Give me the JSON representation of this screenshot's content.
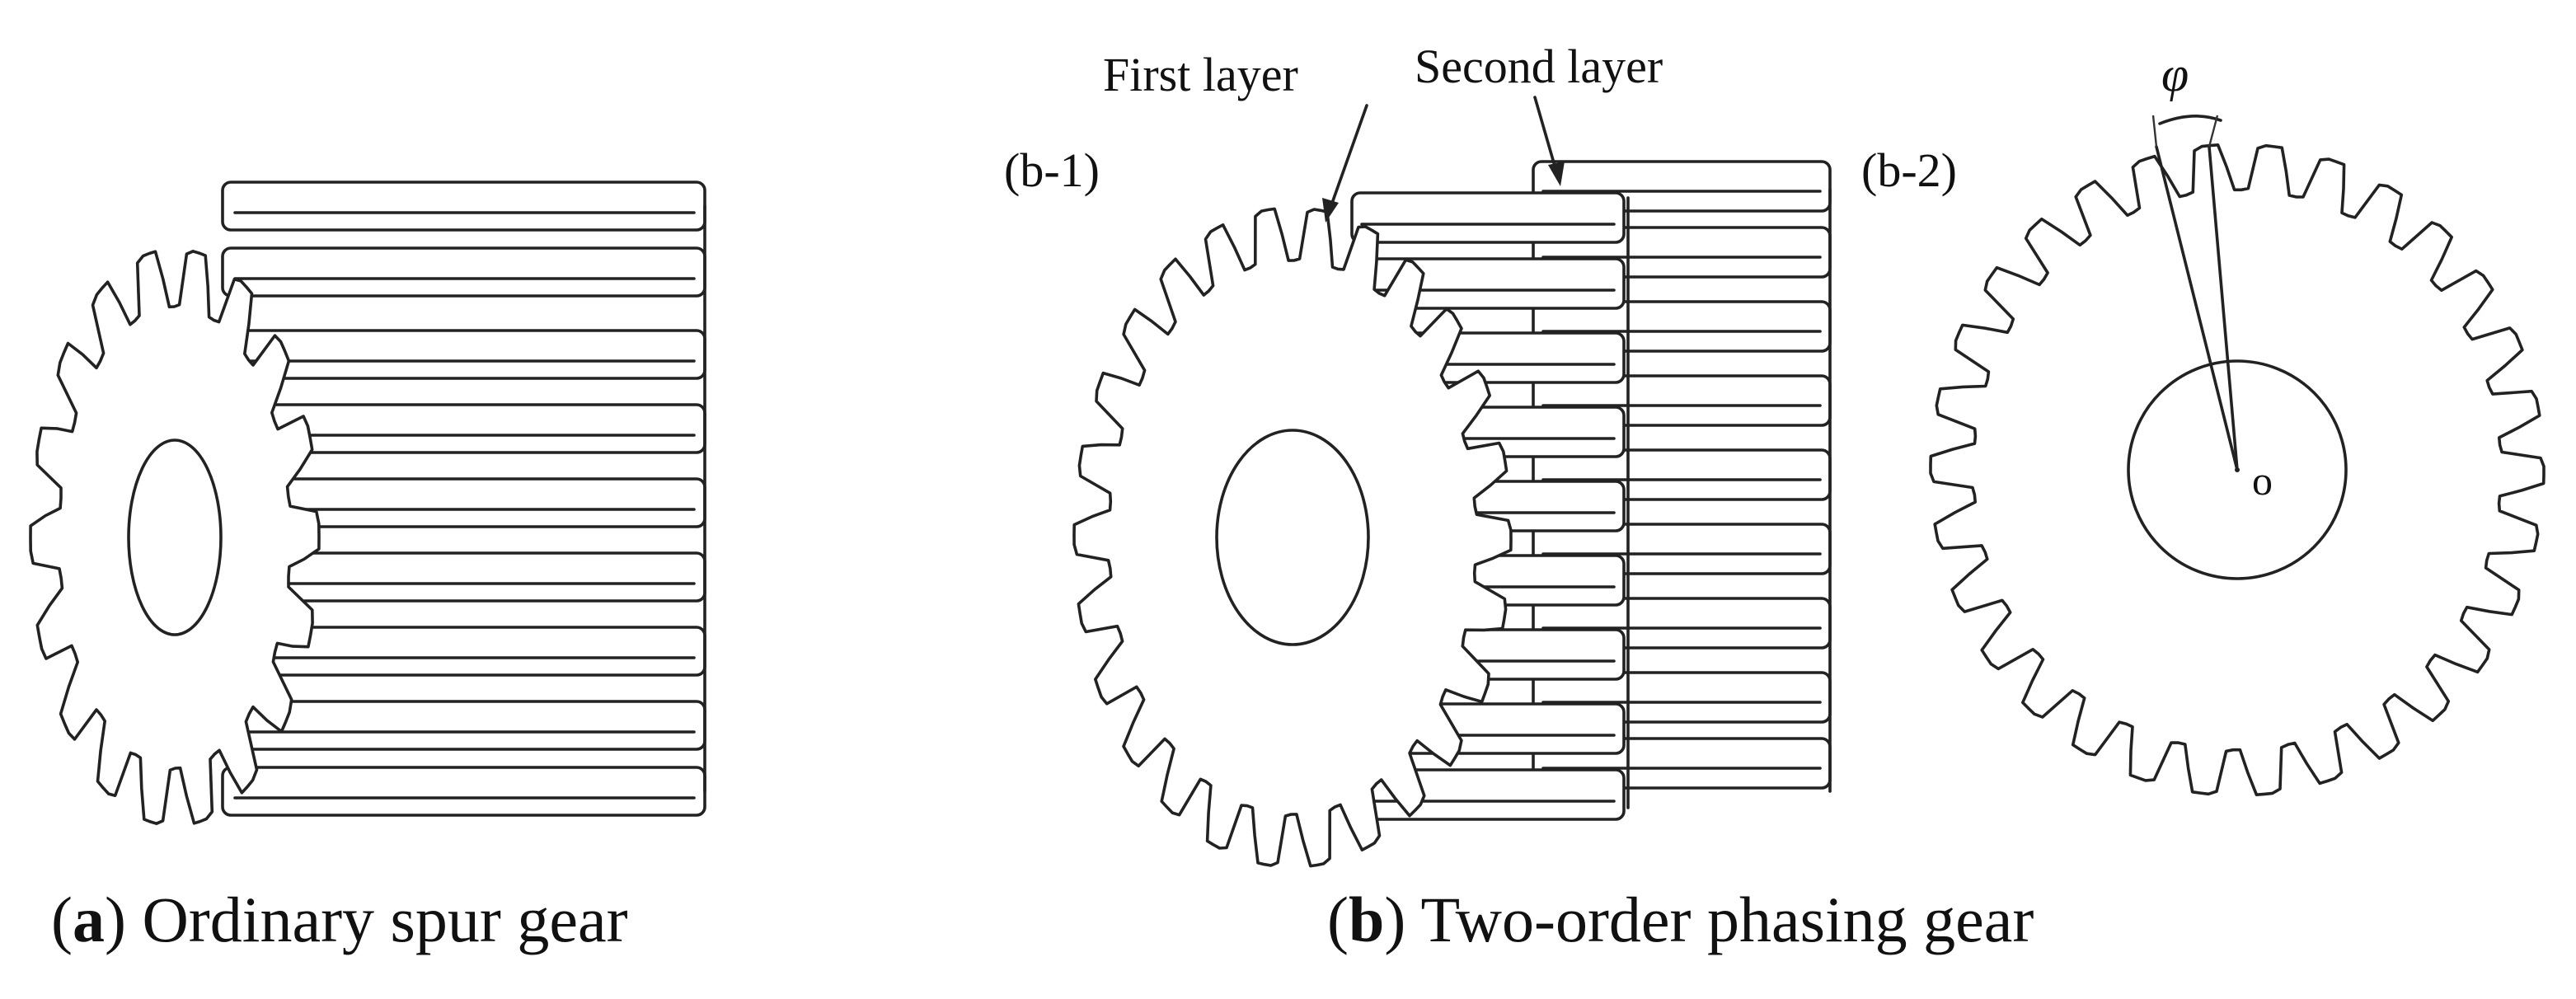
{
  "panel_a": {
    "caption_letter": "a",
    "caption_text": " Ordinary spur gear"
  },
  "panel_b": {
    "caption_letter": "b",
    "caption_text": " Two-order phasing gear",
    "sub_b1": {
      "tag": "(b-1)",
      "label_first": "First layer",
      "label_second": "Second layer"
    },
    "sub_b2": {
      "tag": "(b-2)",
      "angle_symbol": "φ",
      "center_label": "o"
    }
  }
}
